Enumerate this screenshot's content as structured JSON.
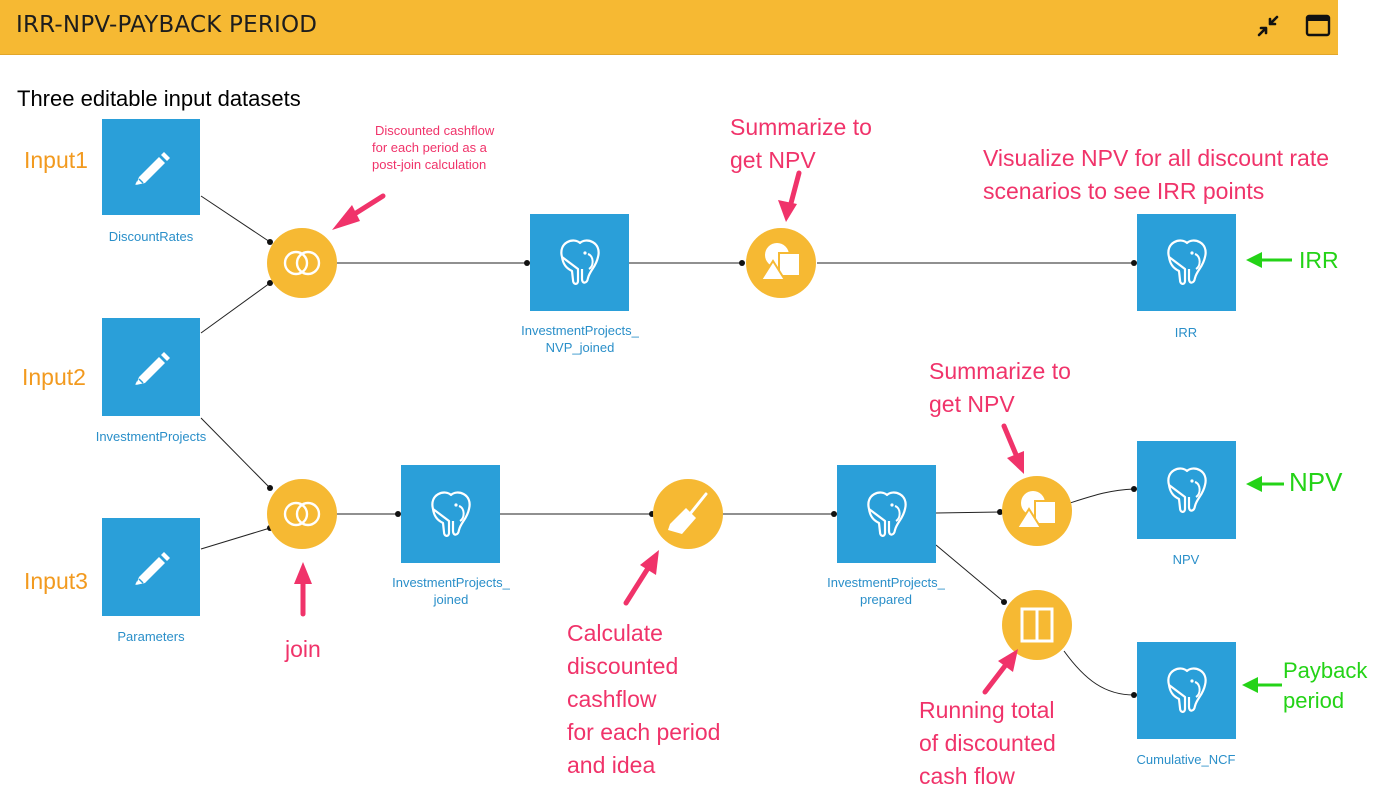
{
  "header": {
    "title": "IRR-NPV-PAYBACK PERIOD",
    "accent_color": "#f6b933",
    "buttons": [
      {
        "name": "collapse-icon"
      },
      {
        "name": "maximize-icon"
      }
    ]
  },
  "subtitle": "Three editable input datasets",
  "inputs": [
    {
      "tag": "Input1",
      "dataset": "DiscountRates",
      "icon": "pencil-icon"
    },
    {
      "tag": "Input2",
      "dataset": "InvestmentProjects",
      "icon": "pencil-icon"
    },
    {
      "tag": "Input3",
      "dataset": "Parameters",
      "icon": "pencil-icon"
    }
  ],
  "datasets": {
    "nvp_joined": {
      "line1": "InvestmentProjects_",
      "line2": "NVP_joined",
      "icon": "postgresql-icon"
    },
    "joined": {
      "line1": "InvestmentProjects_",
      "line2": "joined",
      "icon": "postgresql-icon"
    },
    "prepared": {
      "line1": "InvestmentProjects_",
      "line2": "prepared",
      "icon": "postgresql-icon"
    },
    "irr": {
      "label": "IRR",
      "icon": "postgresql-icon"
    },
    "npv": {
      "label": "NPV",
      "icon": "postgresql-icon"
    },
    "cumulative": {
      "label": "Cumulative_NCF",
      "icon": "postgresql-icon"
    }
  },
  "recipes": [
    {
      "id": "join1",
      "icon": "join-icon"
    },
    {
      "id": "join2",
      "icon": "join-icon"
    },
    {
      "id": "group1",
      "icon": "group-icon"
    },
    {
      "id": "prepare",
      "icon": "broom-icon"
    },
    {
      "id": "group2",
      "icon": "group-icon"
    },
    {
      "id": "window",
      "icon": "window-icon"
    }
  ],
  "annotations": {
    "discounted_post_join": [
      "Discounted cashflow",
      "for each period as a",
      "post-join calculation"
    ],
    "summarize_top": [
      "Summarize to",
      "get NPV"
    ],
    "visualize": [
      "Visualize NPV for all discount rate",
      "scenarios to see IRR points"
    ],
    "summarize_mid": [
      "Summarize to",
      "get NPV"
    ],
    "join": "join",
    "calculate": [
      "Calculate",
      "discounted",
      "cashflow",
      "for each period",
      "and idea"
    ],
    "running_total": [
      "Running total",
      "of discounted",
      "cash flow"
    ]
  },
  "outputs": {
    "irr": "IRR",
    "npv": "NPV",
    "payback": [
      "Payback",
      "period"
    ]
  },
  "colors": {
    "dataset_blue": "#2a9fd9",
    "recipe_orange": "#f6b933",
    "pink": "#f0336a",
    "green": "#24d317",
    "input_orange": "#f29a1f"
  }
}
